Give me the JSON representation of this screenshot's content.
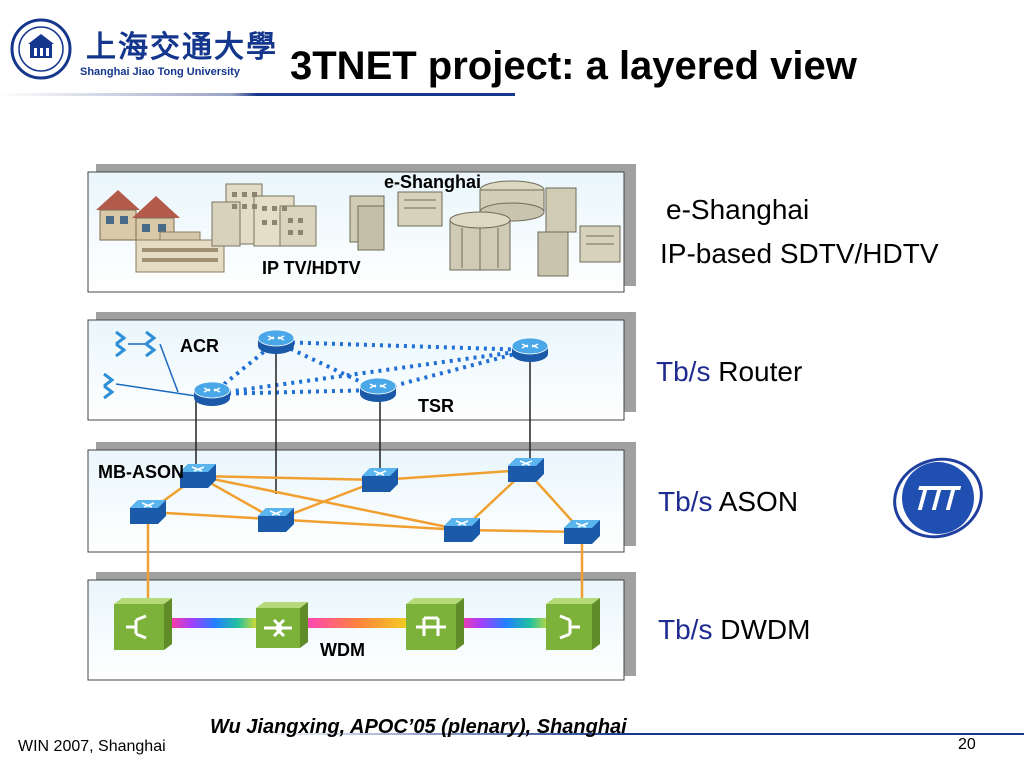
{
  "header": {
    "university_cn": "上海交通大學",
    "university_en": "Shanghai Jiao Tong University",
    "title": "3TNET project: a layered view"
  },
  "layers": {
    "service": {
      "label_top": "e-Shanghai",
      "label_bottom": "IP TV/HDTV"
    },
    "router": {
      "acr": "ACR",
      "tsr": "TSR"
    },
    "ason": {
      "label": "MB-ASON"
    },
    "wdm": {
      "label": "WDM"
    }
  },
  "right_labels": {
    "l1_line1": "e-Shanghai",
    "l1_line2": "IP-based SDTV/HDTV",
    "l2_prefix": "Tb/s",
    "l2_suffix": "Router",
    "l3_prefix": "Tb/s",
    "l3_suffix": "ASON",
    "l4_prefix": "Tb/s",
    "l4_suffix": "DWDM"
  },
  "footer": {
    "left": "WIN 2007, Shanghai",
    "center": "Wu Jiangxing, APOC’05 (plenary), Shanghai",
    "page": "20"
  },
  "colors": {
    "brand_blue": "#14368c",
    "accent_blue": "#1f2c8f",
    "link_orange": "#f0a030",
    "router_blue": "#2f8fd6",
    "wdm_green": "#8cc63e",
    "tbs_text": "#1f2c8f"
  }
}
